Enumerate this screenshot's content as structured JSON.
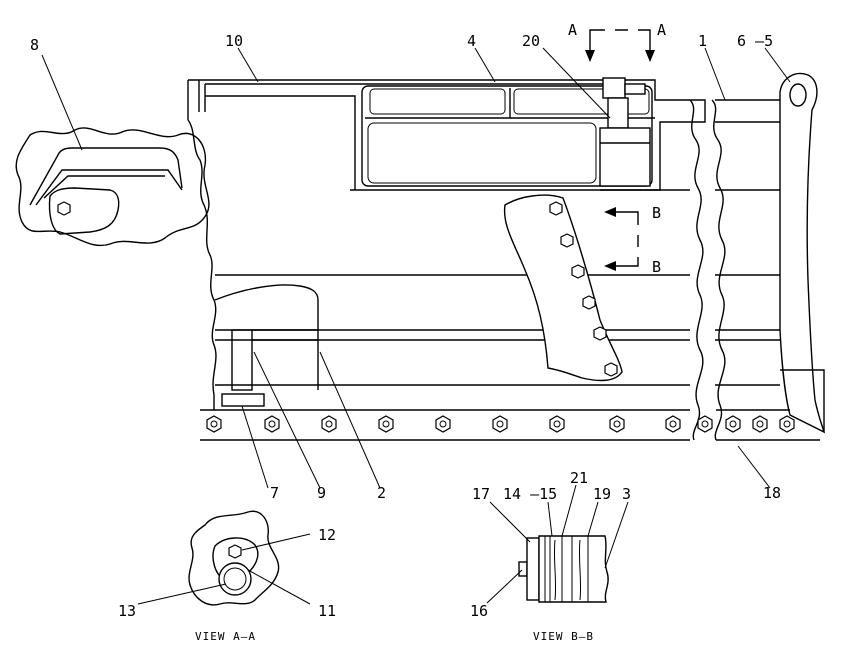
{
  "callouts": [
    "8",
    "10",
    "4",
    "20",
    "1",
    "6 –5",
    "7",
    "9",
    "2",
    "18",
    "17",
    "14 –15",
    "21",
    "19",
    "3",
    "16",
    "12",
    "13",
    "11"
  ],
  "section_markers": {
    "a_left": "A",
    "a_right": "A",
    "b_top": "B",
    "b_bottom": "B"
  },
  "captions": {
    "view_aa": "VIEW  A–A",
    "view_bb": "VIEW  B–B"
  },
  "colors": {
    "line": "#000000",
    "background": "#ffffff"
  }
}
